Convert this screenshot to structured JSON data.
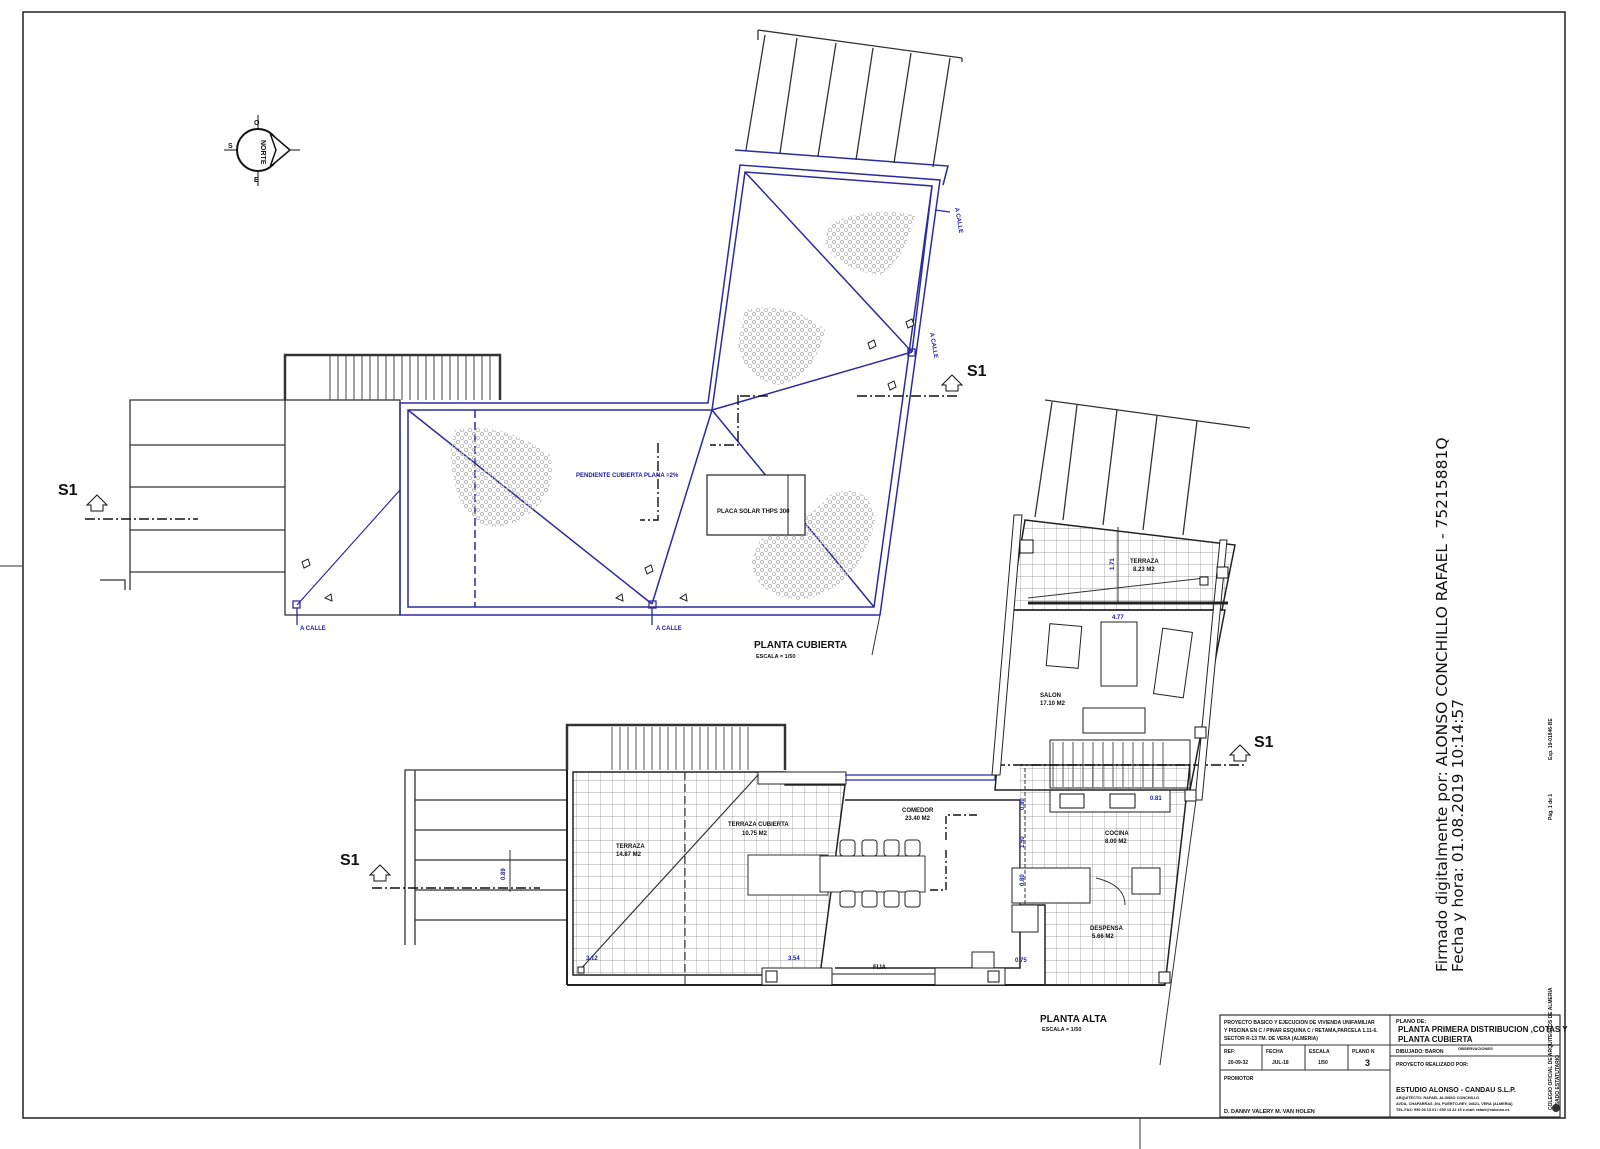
{
  "colors": {
    "line": "#111111",
    "roof_blue": "#2b2b9e",
    "label_blue": "#1a1aa8",
    "background": "#ffffff"
  },
  "north": {
    "label": "NORTE",
    "n": "O",
    "s": "E",
    "w": "S"
  },
  "section_marks": [
    "S1",
    "S1",
    "S1",
    "S1"
  ],
  "roof_plan": {
    "title": "PLANTA CUBIERTA",
    "scale": "ESCALA = 1/50",
    "slope_note": "PENDIENTE CUBIERTA PLANA =2%",
    "solar_panel": "PLACA SOLAR THPS 300",
    "drain_labels": [
      "A CALLE",
      "A CALLE",
      "A CALLE",
      "A CALLE"
    ]
  },
  "floor_plan": {
    "title": "PLANTA ALTA",
    "scale": "ESCALA = 1/50",
    "rooms": [
      {
        "name": "TERRAZA",
        "area": "14.87 M2"
      },
      {
        "name": "TERRAZA CUBIERTA",
        "area": "10.75 M2"
      },
      {
        "name": "COMEDOR",
        "area": "23.40 M2"
      },
      {
        "name": "COCINA",
        "area": "8.00 M2"
      },
      {
        "name": "DESPENSA",
        "area": "5.66 M2"
      },
      {
        "name": "SALON",
        "area": "17.10 M2"
      },
      {
        "name": "TERRAZA",
        "area": "8.23 M2"
      }
    ],
    "fixed_window": "FIJA",
    "dimensions": [
      "3.12",
      "3.54",
      "0.75",
      "4.77",
      "1.71",
      "0.81",
      "0.80",
      "1.50",
      "0.80",
      "0.89"
    ]
  },
  "title_block": {
    "project": "PROYECTO BASICO Y EJECUCION DE VIVIENDA UNIFAMILIAR Y PISCINA EN C / PINAR ESQUINA C / RETAMA,PARCELA 1.11-6. SECTOR R-13 TM. DE VERA (ALMERIA)",
    "project_lines": [
      "PROYECTO BASICO Y EJECUCION DE VIVIENDA UNIFAMILIAR",
      "Y PISCINA EN C / PINAR ESQUINA C / RETAMA,PARCELA 1.11-6.",
      "SECTOR R-13 TM. DE VERA (ALMERIA)"
    ],
    "plan_label": "PLANO DE:",
    "plan_name_1": "PLANTA PRIMERA DISTRIBUCION ,COTAS Y",
    "plan_name_2": "PLANTA CUBIERTA",
    "ref_label": "REF:",
    "ref": "20-09-32",
    "fecha_label": "FECHA",
    "fecha": "JUL-18",
    "escala_label": "ESCALA",
    "escala": "1/50",
    "plano_label": "PLANO N",
    "plano": "3",
    "drawn_by": "DIBUJADO: BARON",
    "observaciones": "OBSERVACIONES",
    "made_by_label": "PROYECTO REALIZADO POR:",
    "promotor_label": "PROMOTOR",
    "promotor": "D. DANNY VALERY M. VAN HOLEN",
    "studio": "ESTUDIO ALONSO - CANDAU S.L.P.",
    "architect": "ARQUITECTO: RAFAEL ALONSO CONCHILLO",
    "address": "AVDA. CHAPARRAS ,9/4, PUERTO-REY, 04621, VERA (ALMERIA)",
    "contact": "TEL-FAX: 950 06 15 01 / 690 13 22 15  e-mail: rafael@ealonso.es"
  },
  "signature": {
    "line1": "Firmado digitalmente por: ALONSO CONCHILLO RAFAEL - 75215881Q",
    "line2": "Fecha y hora: 01.08.2019 10:14:57"
  },
  "stamp": {
    "college": "COLEGIO OFICIAL DE ARQUITECTOS DE ALMERIA",
    "visado": "VISADO ESTATUTARIO",
    "exp": "Exp. 19-01846-BE",
    "page": "Pág. 1 de 1"
  }
}
